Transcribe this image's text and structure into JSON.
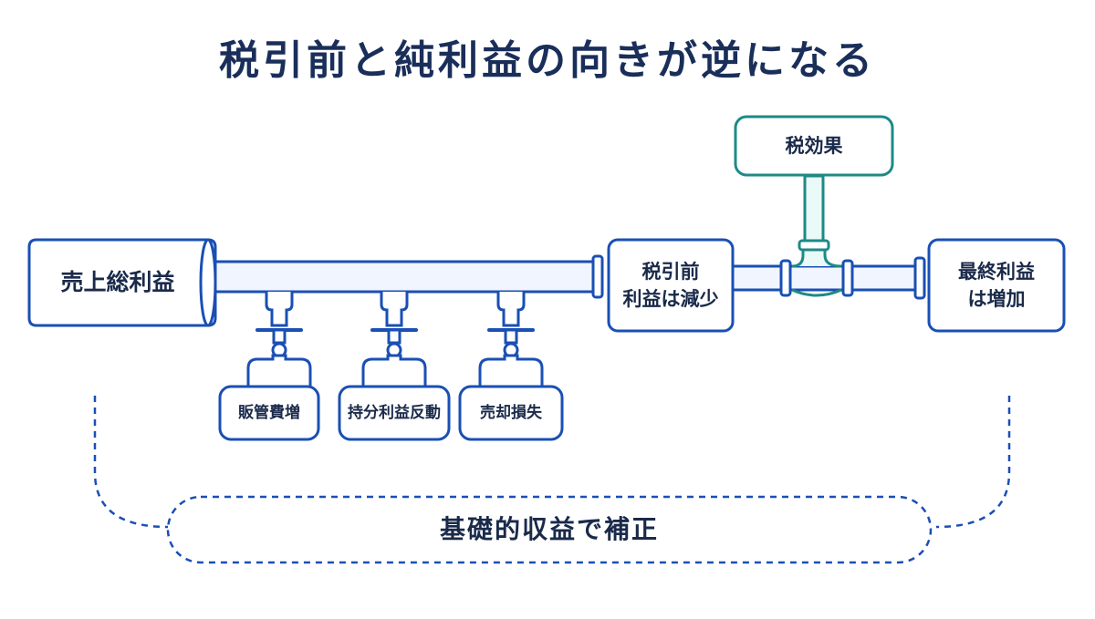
{
  "title": "税引前と純利益の向きが逆になる",
  "nodes": {
    "gross_profit": "売上総利益",
    "pretax_line1": "税引前",
    "pretax_line2": "利益は減少",
    "tax_effect": "税効果",
    "net_line1": "最終利益",
    "net_line2": "は増加",
    "bottom": "基礎的収益で補正"
  },
  "valves": [
    {
      "label": "販管費増"
    },
    {
      "label": "持分利益反動"
    },
    {
      "label": "売却損失"
    }
  ],
  "colors": {
    "navy": "#1a4fb4",
    "teal": "#1e8a86",
    "fill_light": "#e6efff",
    "text": "#1a2a4a"
  }
}
